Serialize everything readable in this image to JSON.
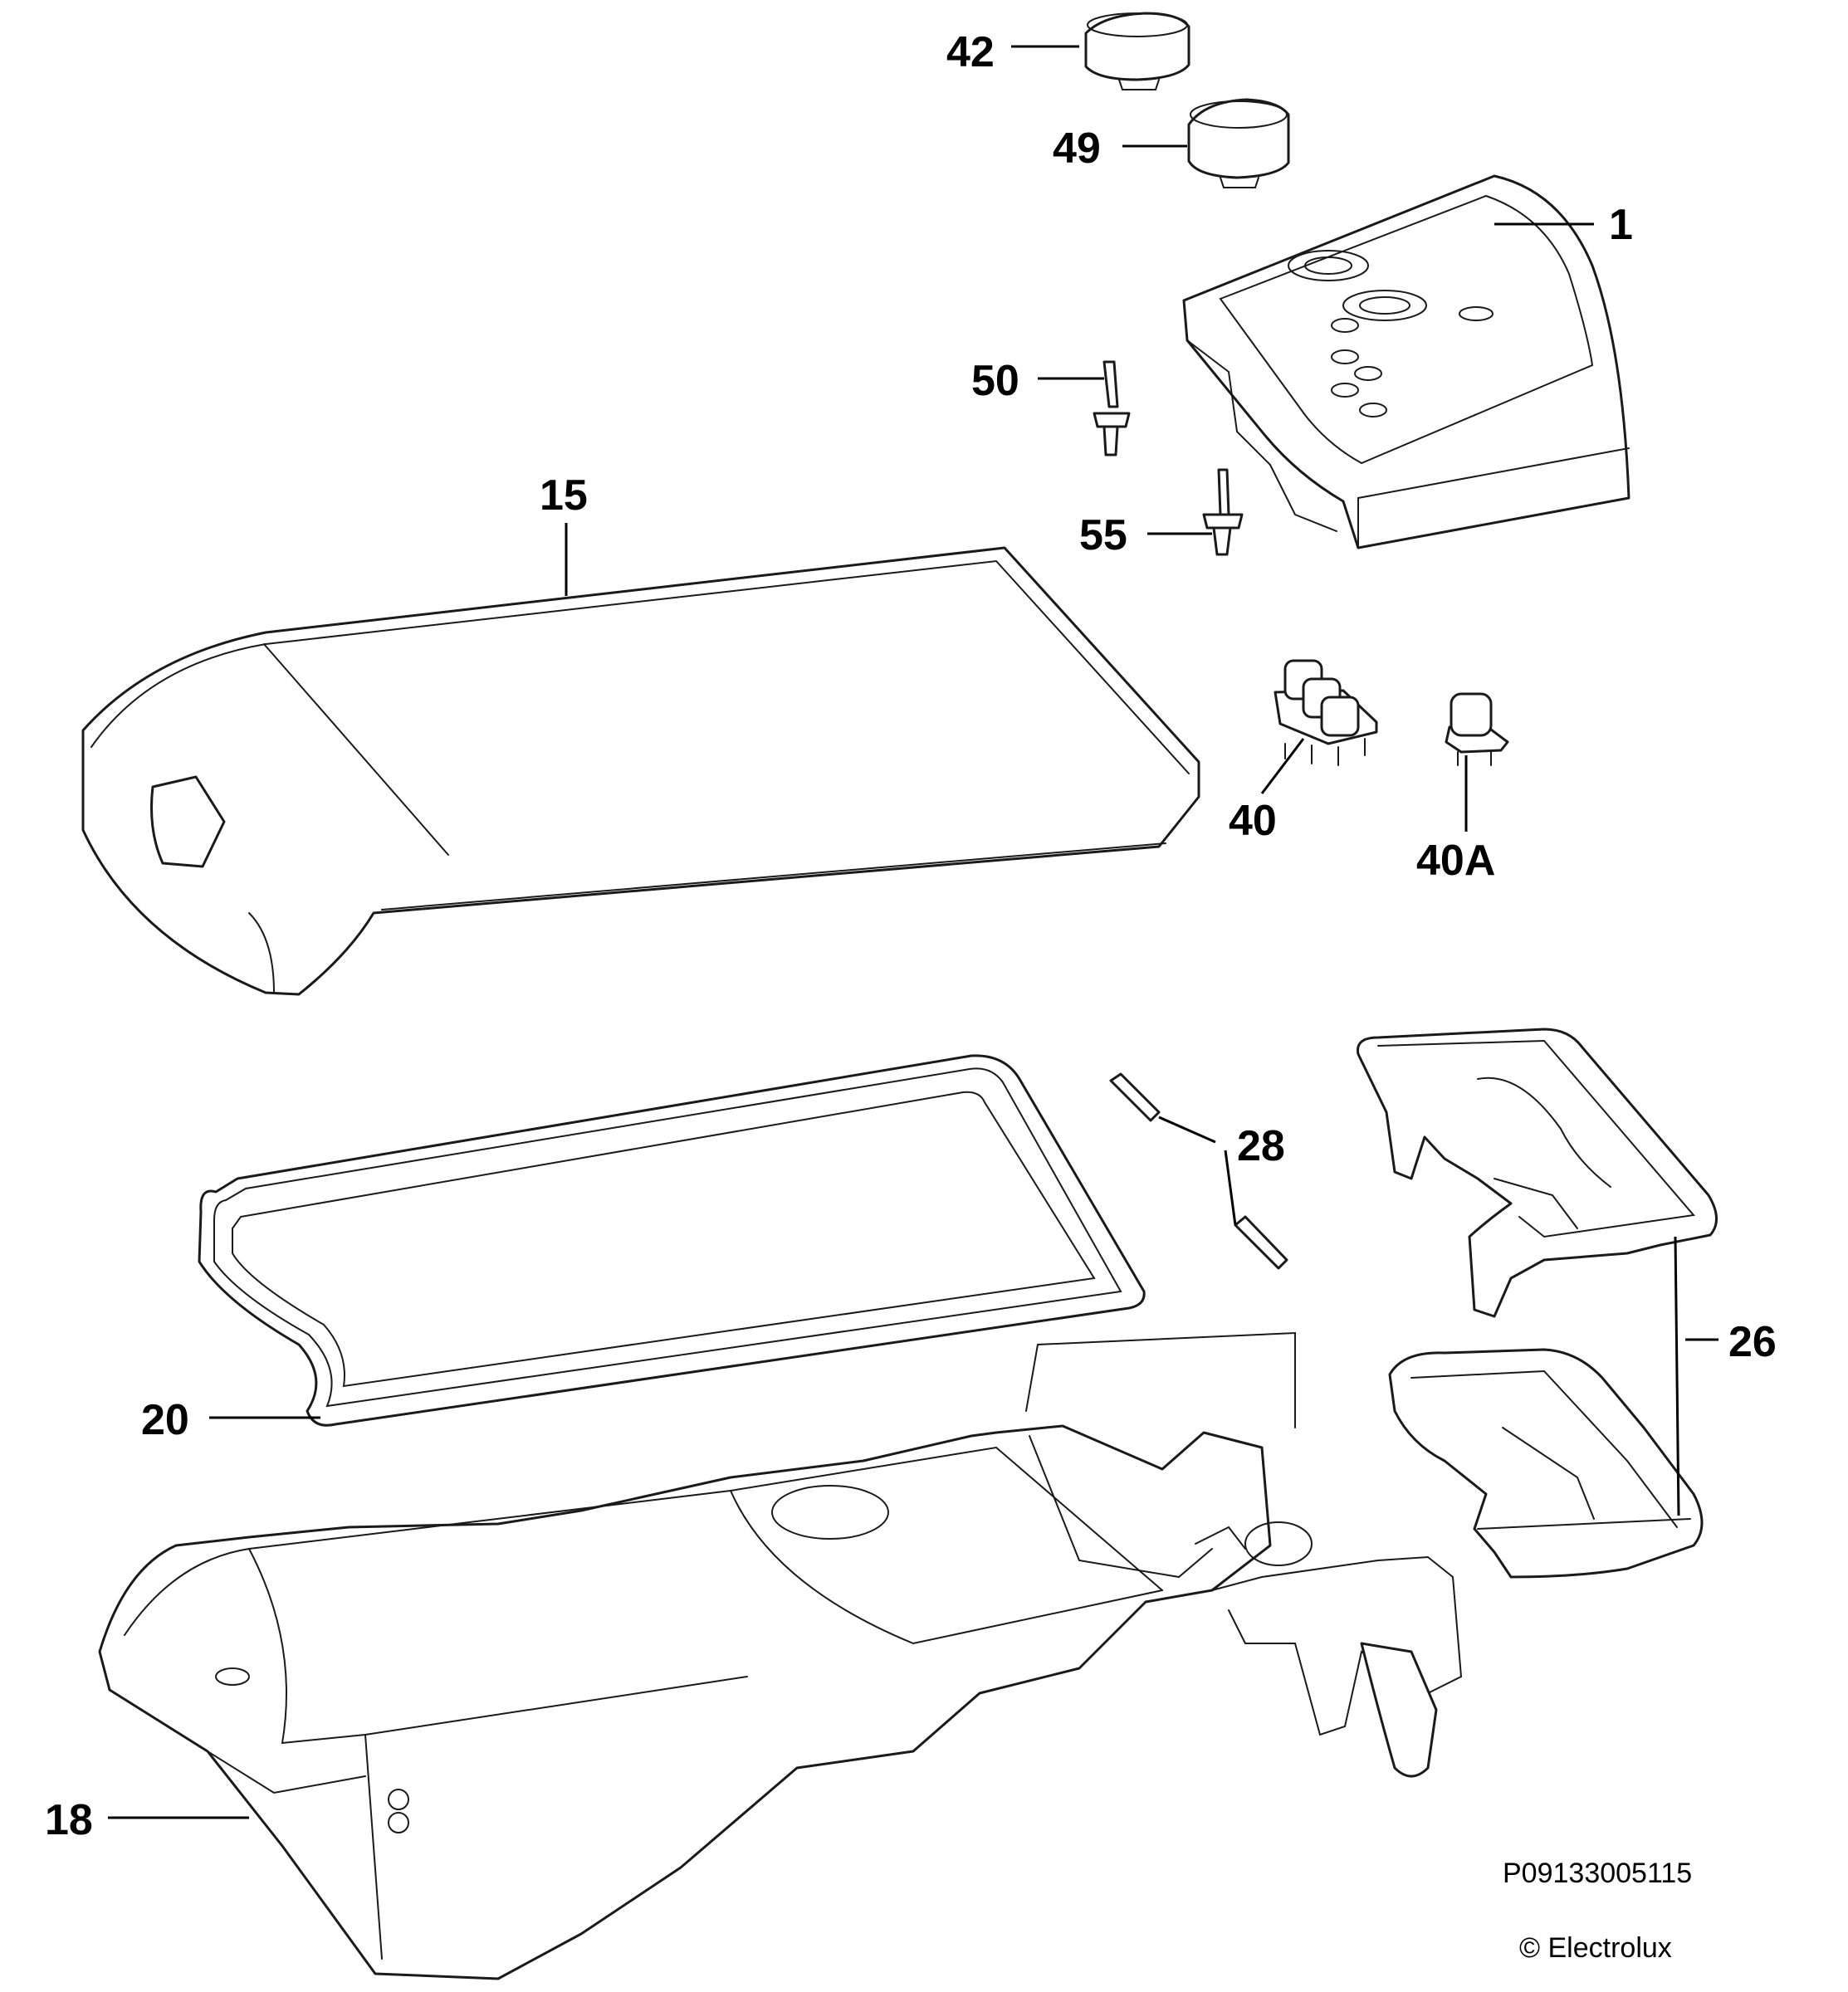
{
  "callouts": {
    "c42": "42",
    "c49": "49",
    "c1": "1",
    "c50": "50",
    "c15": "15",
    "c55": "55",
    "c40": "40",
    "c40A": "40A",
    "c28": "28",
    "c26": "26",
    "c20": "20",
    "c18": "18"
  },
  "footer": {
    "code": "P09133005115",
    "copyright": "© Electrolux"
  }
}
